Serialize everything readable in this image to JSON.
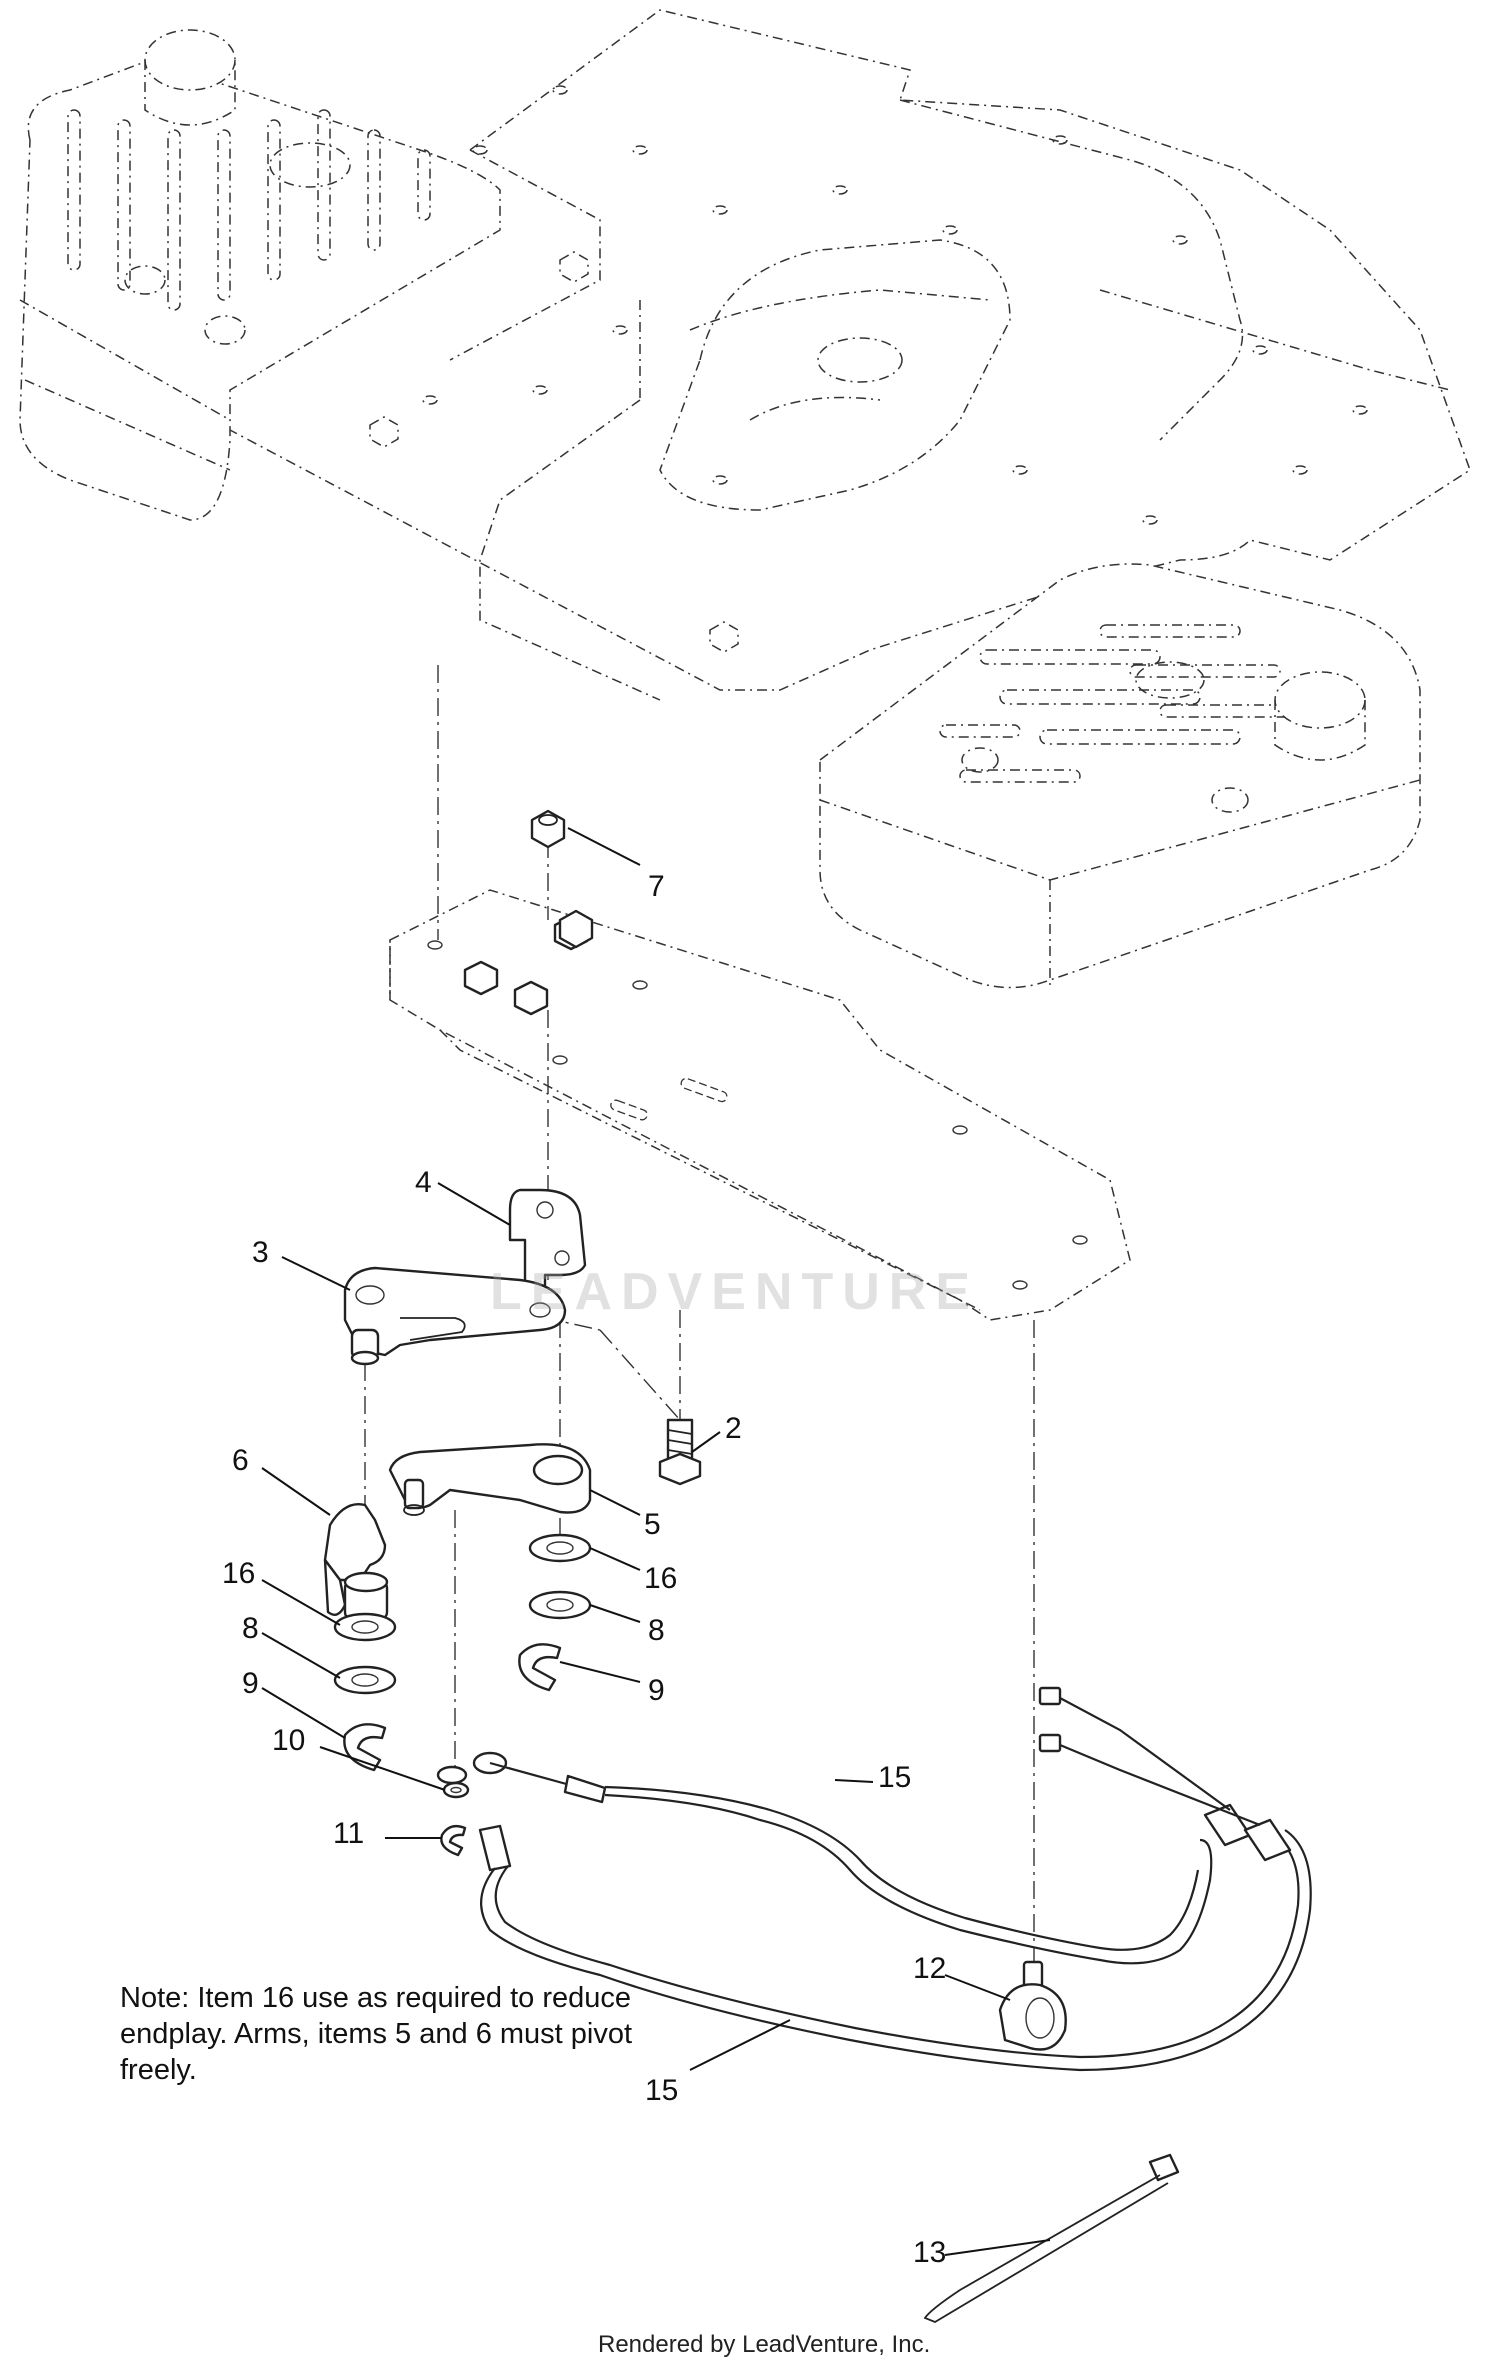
{
  "callouts": [
    {
      "id": "c2",
      "label": "2"
    },
    {
      "id": "c3",
      "label": "3"
    },
    {
      "id": "c4",
      "label": "4"
    },
    {
      "id": "c5",
      "label": "5"
    },
    {
      "id": "c6",
      "label": "6"
    },
    {
      "id": "c7",
      "label": "7"
    },
    {
      "id": "c8a",
      "label": "8"
    },
    {
      "id": "c8b",
      "label": "8"
    },
    {
      "id": "c9a",
      "label": "9"
    },
    {
      "id": "c9b",
      "label": "9"
    },
    {
      "id": "c10",
      "label": "10"
    },
    {
      "id": "c11",
      "label": "11"
    },
    {
      "id": "c12",
      "label": "12"
    },
    {
      "id": "c13",
      "label": "13"
    },
    {
      "id": "c15a",
      "label": "15"
    },
    {
      "id": "c15b",
      "label": "15"
    },
    {
      "id": "c16a",
      "label": "16"
    },
    {
      "id": "c16b",
      "label": "16"
    }
  ],
  "note": "Note: Item 16 use as required to reduce endplay. Arms, items 5 and 6 must pivot freely.",
  "credit": "Rendered by LeadVenture, Inc.",
  "watermark": "LEADVENTURE"
}
